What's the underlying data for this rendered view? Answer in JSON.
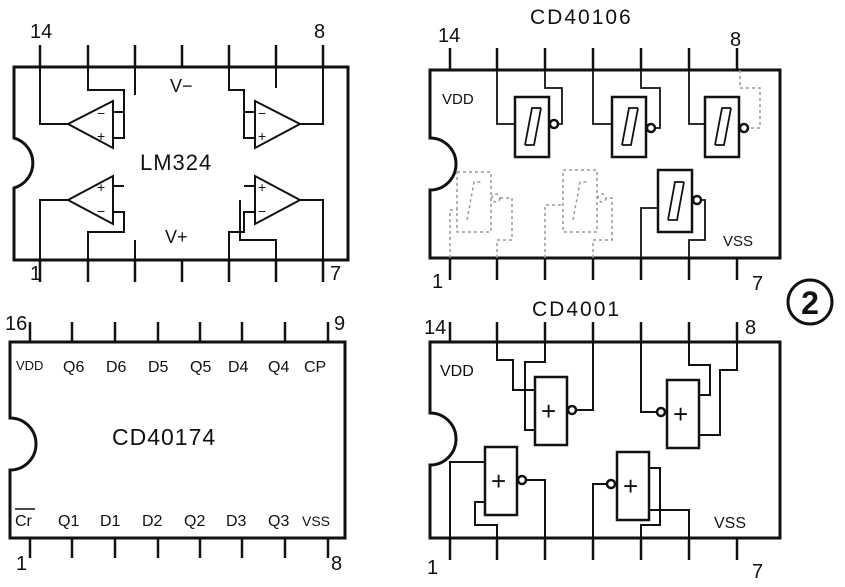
{
  "figure_number": "2",
  "chips": {
    "lm324": {
      "name": "LM324",
      "pin_top_left": "14",
      "pin_top_right": "8",
      "pin_bottom_left": "1",
      "pin_bottom_right": "7",
      "v_minus": "V−",
      "v_plus": "V+",
      "amp_plus": "+",
      "amp_minus": "−"
    },
    "cd40106": {
      "name": "CD40106",
      "pin_top_left": "14",
      "pin_top_right": "8",
      "pin_bottom_left": "1",
      "pin_bottom_right": "7",
      "vdd": "VDD",
      "vss": "VSS"
    },
    "cd40174": {
      "name": "CD40174",
      "pin_top_left": "16",
      "pin_top_right": "9",
      "pin_bottom_left": "1",
      "pin_bottom_right": "8",
      "top_labels": [
        "VDD",
        "Q6",
        "D6",
        "D5",
        "Q5",
        "D4",
        "Q4",
        "CP"
      ],
      "bottom_labels": [
        "Cr",
        "Q1",
        "D1",
        "D2",
        "Q2",
        "D3",
        "Q3",
        "VSS"
      ]
    },
    "cd4001": {
      "name": "CD4001",
      "pin_top_left": "14",
      "pin_top_right": "8",
      "pin_bottom_left": "1",
      "pin_bottom_right": "7",
      "vdd": "VDD",
      "vss": "VSS",
      "gate_symbol": "+"
    }
  }
}
